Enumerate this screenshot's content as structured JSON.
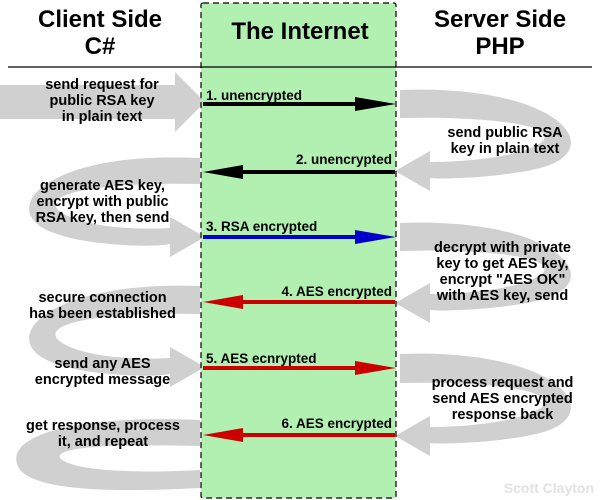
{
  "headers": {
    "client_line1": "Client Side",
    "client_line2": "C#",
    "internet": "The Internet",
    "server_line1": "Server Side",
    "server_line2": "PHP"
  },
  "client_steps": [
    [
      "send request for",
      "public RSA key",
      "in plain text"
    ],
    [
      "generate AES key,",
      "encrypt with public",
      "RSA key, then send"
    ],
    [
      "secure connection",
      "has been established"
    ],
    [
      "send any AES",
      "encrypted message"
    ],
    [
      "get response, process",
      "it, and repeat"
    ]
  ],
  "server_steps": [
    [
      "send public RSA",
      "key in plain text"
    ],
    [
      "decrypt with private",
      "key to get AES key,",
      "encrypt \"AES OK\"",
      "with AES key, send"
    ],
    [
      "process request and",
      "send AES encrypted",
      "response back"
    ]
  ],
  "arrows": [
    {
      "label": "1. unencrypted",
      "direction": "right",
      "color": "#000000"
    },
    {
      "label": "2. unencrypted",
      "direction": "left",
      "color": "#000000"
    },
    {
      "label": "3. RSA encrypted",
      "direction": "right",
      "color": "#0000cc"
    },
    {
      "label": "4. AES encrypted",
      "direction": "left",
      "color": "#cc0000"
    },
    {
      "label": "5. AES ecnrypted",
      "direction": "right",
      "color": "#cc0000"
    },
    {
      "label": "6. AES encrypted",
      "direction": "left",
      "color": "#cc0000"
    }
  ],
  "colors": {
    "internet_fill": "#b2f0b2",
    "internet_border": "#000000",
    "swirl": "#cccccc"
  },
  "watermark": "Scott Clayton"
}
